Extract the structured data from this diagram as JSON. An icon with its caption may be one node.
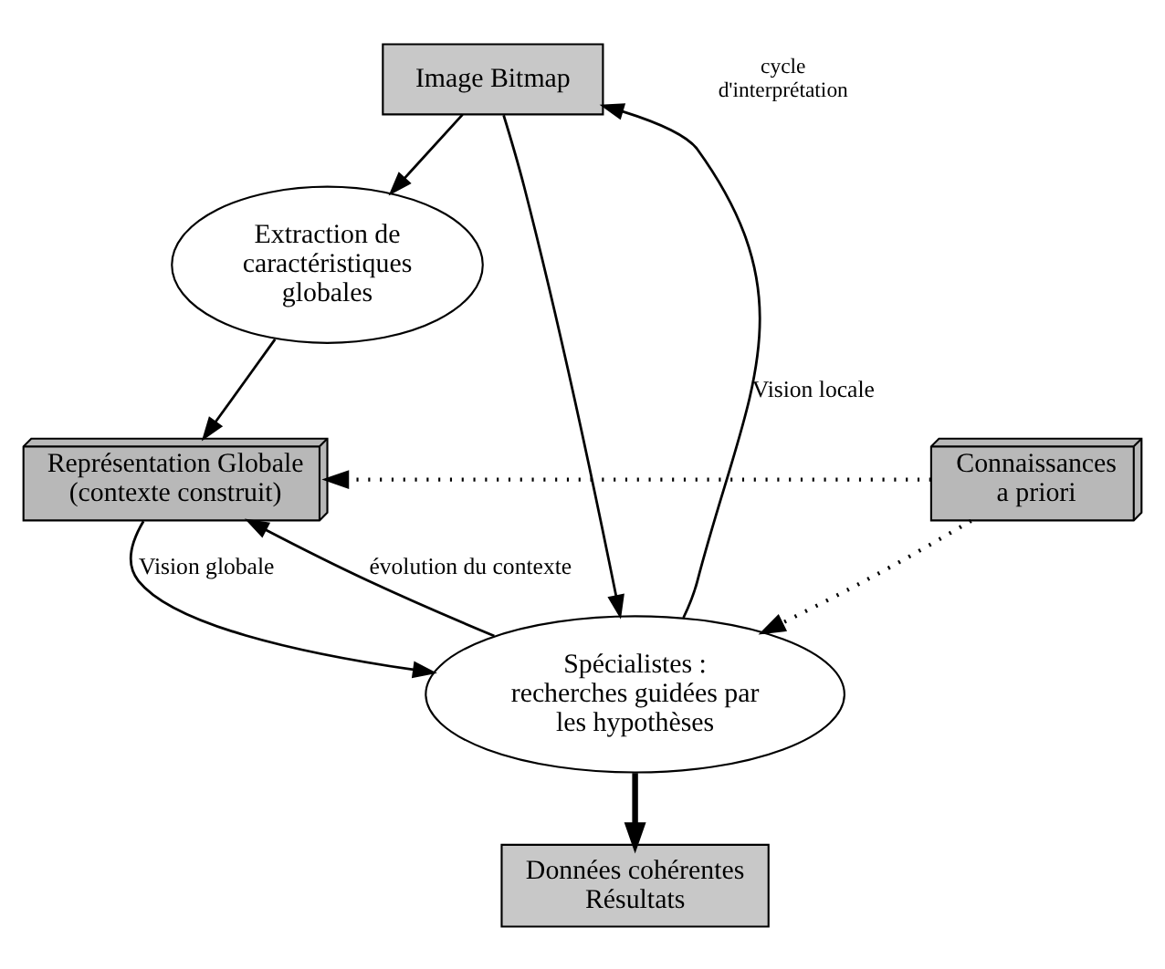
{
  "diagram": {
    "nodes": [
      {
        "text": [
          "Image Bitmap"
        ]
      },
      {
        "text": [
          "Extraction de caractéristiques globales"
        ]
      },
      {
        "text": [
          "Représentation Globale (contexte construit)"
        ]
      },
      {
        "text": [
          "Connaissances a priori"
        ]
      },
      {
        "text": [
          "Spécialistes : recherches guidées par les hypothèses"
        ]
      },
      {
        "text": [
          "Données cohérentes Résultats"
        ]
      }
    ],
    "edges": [
      {
        "from": 0,
        "to": 1,
        "arrow": "to"
      },
      {
        "from": 1,
        "to": 2,
        "arrow": "to"
      },
      {
        "from": 2,
        "to": 4,
        "arrow": "to",
        "label": "Vision globale"
      },
      {
        "from": 4,
        "to": 0,
        "arrow": "to",
        "label": "Vision locale"
      },
      {
        "from": 0,
        "to": 4,
        "arrow": "to"
      },
      {
        "from": 3,
        "to": 2,
        "arrow": "to",
        "style": "dashed"
      },
      {
        "from": 3,
        "to": 4,
        "arrow": "to",
        "style": "dashed"
      },
      {
        "from": 4,
        "to": 2,
        "arrow": "to",
        "label": "évolution du contexte"
      },
      {
        "from": 4,
        "to": 5,
        "arrow": "to",
        "style": "thick"
      }
    ],
    "labels": [
      "cycle d'interprétation"
    ]
  }
}
